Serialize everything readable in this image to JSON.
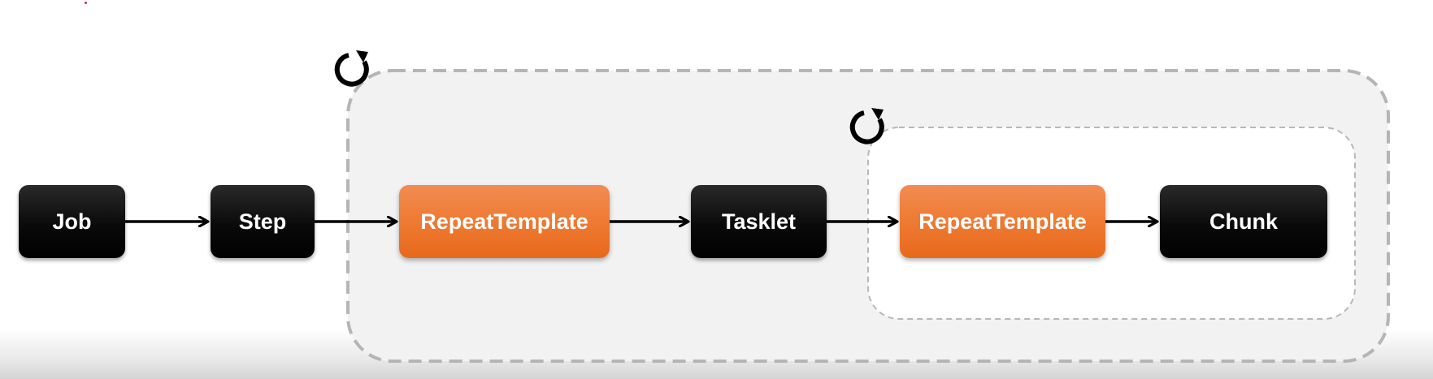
{
  "nodes": {
    "job": "Job",
    "step": "Step",
    "repeat_template_outer": "RepeatTemplate",
    "tasklet": "Tasklet",
    "repeat_template_inner": "RepeatTemplate",
    "chunk": "Chunk"
  },
  "icons": {
    "outer_loop": "refresh-icon",
    "inner_loop": "refresh-icon"
  },
  "colors": {
    "dark_node": "#000000",
    "orange_node": "#ee7a32",
    "outer_region_fill": "#f2f2f2",
    "region_border": "#b5b5b5",
    "arrow": "#000000"
  }
}
